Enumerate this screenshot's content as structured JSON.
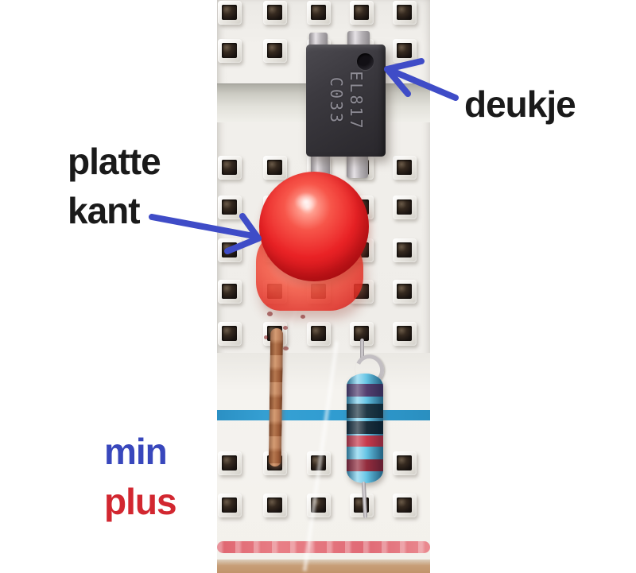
{
  "figure": {
    "description": "Photo of a mini breadboard with an optocoupler IC, red LED, copper jumper wire and resistor, annotated with Dutch labels and blue arrows",
    "labels": {
      "deukje": "deukje",
      "platte_kant_line1": "platte",
      "platte_kant_line2": "kant",
      "min": "min",
      "plus": "plus"
    },
    "ic_marking": {
      "line1": "EL817",
      "line2": "C033"
    },
    "colors": {
      "label_text": "#1a1a1a",
      "min_label": "#3847bc",
      "plus_label": "#d22730",
      "arrow_blue": "#3f4cc7",
      "led_red": "#e81e20",
      "resistor_body_blue": "#5cc0e2",
      "negative_rail_blue": "#2f9bd0",
      "positive_rail_red": "#e4717b",
      "copper_wire": "#b06a42",
      "breadboard_white": "#f0eeea"
    }
  }
}
